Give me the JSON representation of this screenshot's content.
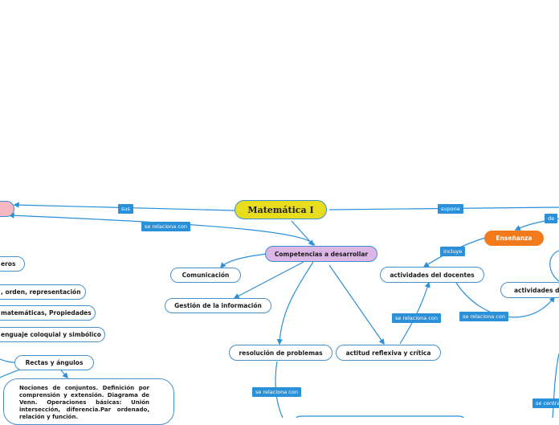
{
  "map": {
    "root": "Matemática I",
    "competencias": "Competencias a desarrollar",
    "comunicacion": "Comunicación",
    "gestion": "Gestión de la información",
    "resolucion": "resolución de problemas",
    "actitud": "actitud reflexiva y crítica",
    "actividades_docentes": "actividades del docentes",
    "ensenanza": "Enseñanza",
    "actividades_de": "actividades de",
    "left_eros": "eros",
    "left_orden": ", orden, representación",
    "left_matematicas": "matemáticas, Propiedades",
    "left_lenguaje": "enguaje coloquial y simbólico",
    "rectas": "Rectas y ángulos",
    "nociones": "Nociones de conjuntos. Definición por comprensión y extensión. Diagrama de Venn. Operaciones básicas: Unión intersección, diferencia.Par ordenado, relación y función."
  },
  "links": {
    "sus": "sus",
    "se_relaciona_top": "se relaciona con",
    "supone": "supone",
    "de": "de",
    "incluye": "incluye",
    "se_relaciona_mid": "se relaciona con",
    "se_relaciona_right": "se relaciona con",
    "se_relaciona_bottom": "se relaciona con",
    "se_centra": "se centra"
  },
  "colors": {
    "line": "#2a90d8",
    "root_fill": "#e8dc1e",
    "purple_fill": "#dcb6e4",
    "orange_fill": "#f07a1c",
    "pink_fill": "#f3b8c0"
  }
}
